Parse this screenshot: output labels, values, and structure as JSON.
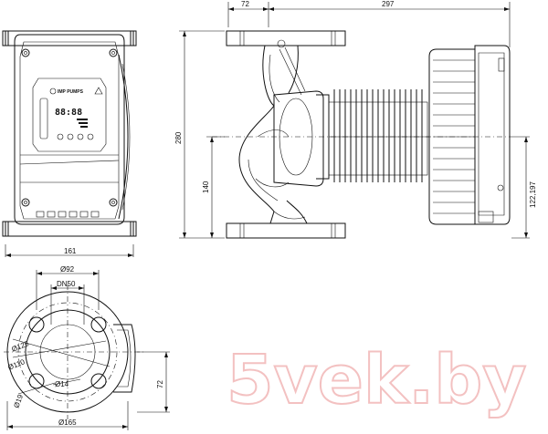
{
  "drawing": {
    "dimensions": {
      "top_flange_width": "72",
      "overall_length": "297",
      "height_total": "280",
      "height_axis": "140",
      "motor_offset": "122,197",
      "front_width": "161",
      "flange_outer_inner": "Ø92",
      "nominal": "DN50",
      "bolt_circle_125": "Ø125",
      "bolt_circle_110": "Ø110",
      "hole": "Ø14",
      "hole_small": "Ø19",
      "flange_outer": "Ø165",
      "side_height": "72"
    },
    "front_panel": {
      "brand": "IMP PUMPS",
      "display": "88:88"
    },
    "watermark": "5vek.by"
  }
}
